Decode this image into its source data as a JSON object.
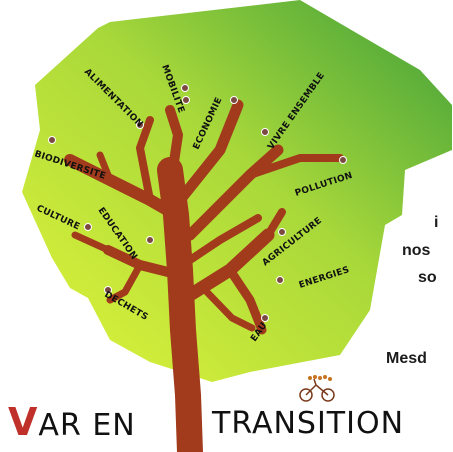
{
  "colors": {
    "leaf_light": "#d9f23a",
    "leaf_dark": "#4aa83a",
    "trunk": "#a23a1c",
    "node": "#7a4a42",
    "brand_accent": "#c0302a"
  },
  "branch_labels": {
    "alimentation": "ALIMENTATION",
    "mobilite": "MOBILITE",
    "economie": "ECONOMIE",
    "vivre_ensemble": "VIVRE ENSEMBLE",
    "biodiversite": "BIODIVERSITE",
    "pollution": "POLLUTION",
    "culture": "CULTURE",
    "education": "EDUCATION",
    "agriculture": "AGRICULTURE",
    "energies": "ENERGIES",
    "dechets": "DECHETS",
    "eau": "EAU"
  },
  "side_text": {
    "line1": "i",
    "line2": "nos",
    "line3": "so",
    "line4": "Mesd"
  },
  "brand": {
    "part1": "AR EN",
    "part2": "TRANSITION",
    "initial": "V"
  }
}
